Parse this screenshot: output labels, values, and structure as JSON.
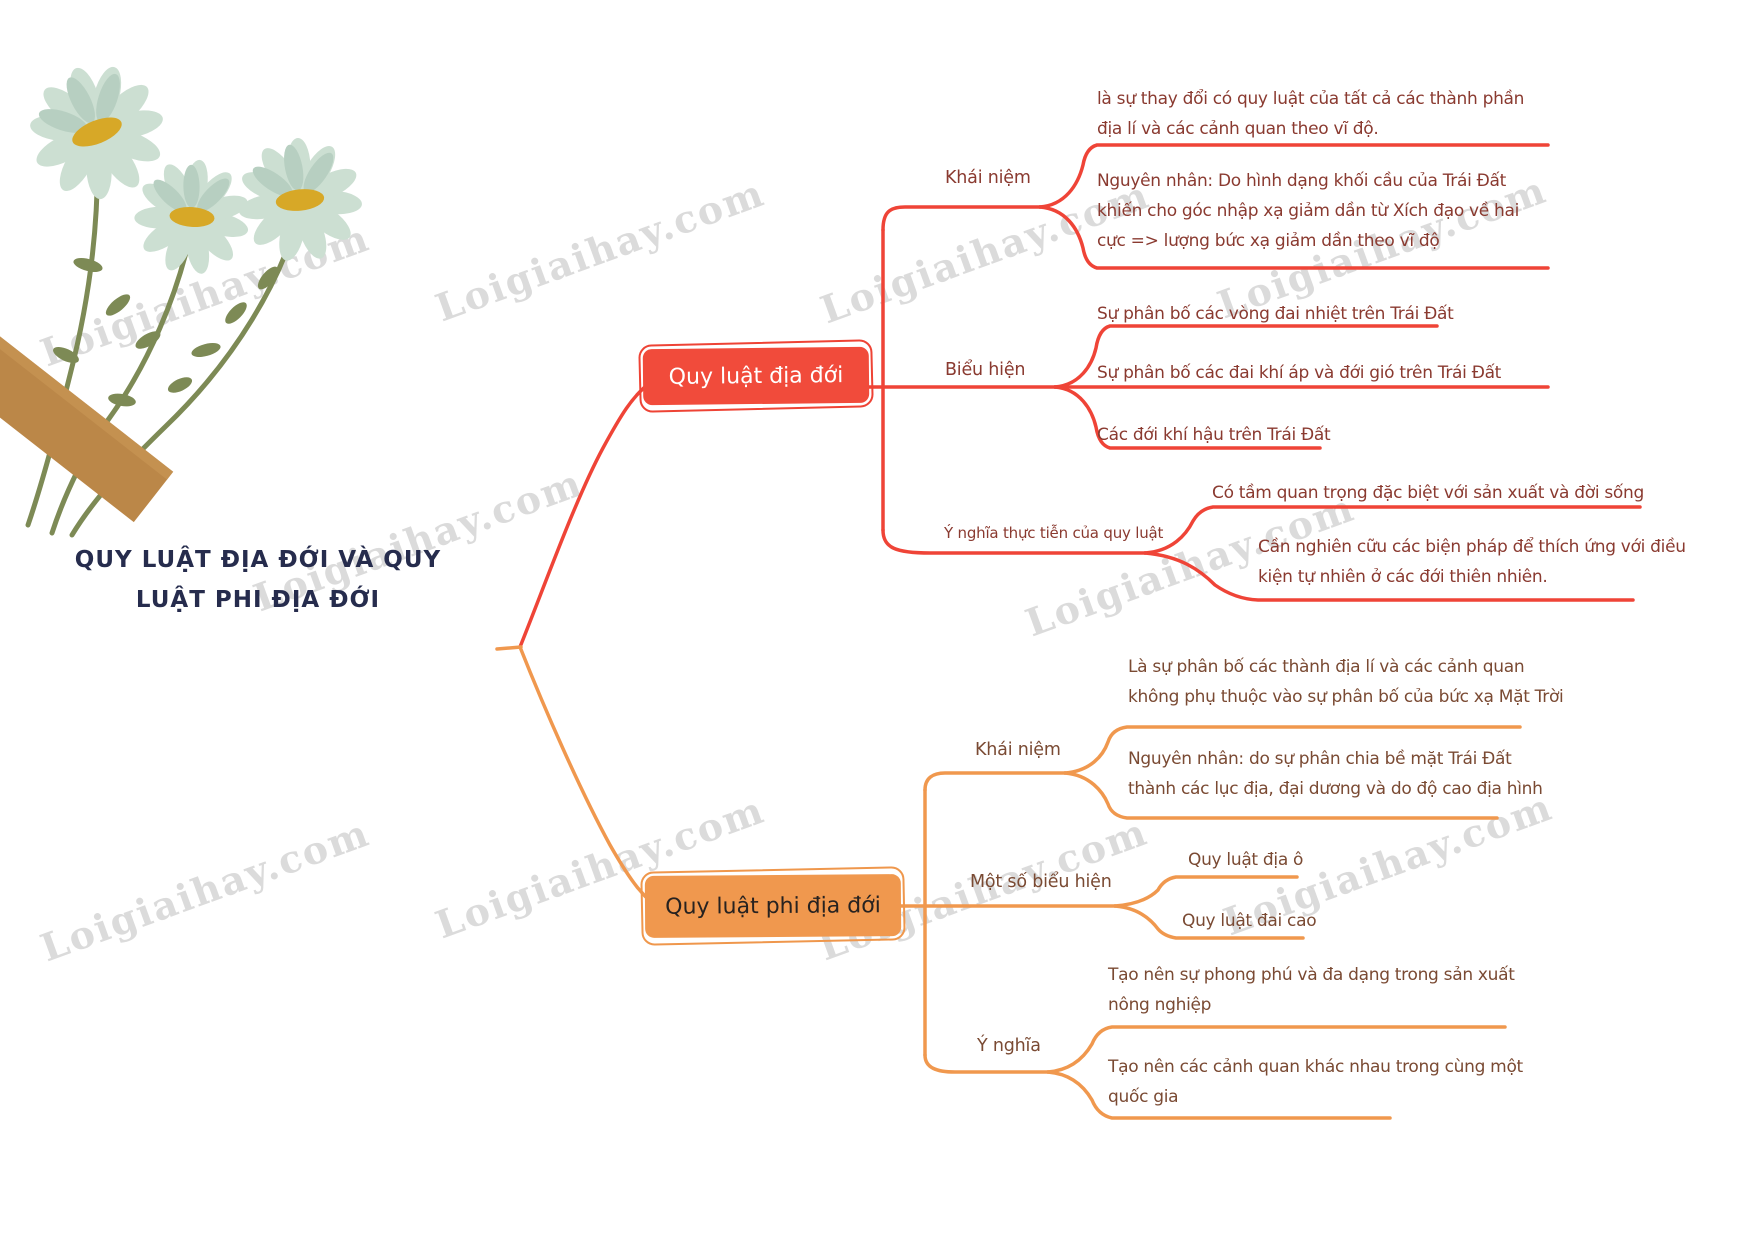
{
  "title": {
    "line1": "QUY LUẬT ĐỊA ĐỚI VÀ QUY",
    "line2": "LUẬT PHI ĐỊA ĐỚI"
  },
  "watermark": "Loigiaihay.com",
  "colors": {
    "red_branch": "#ef4437",
    "red_node_fill": "#f14b3b",
    "orange_branch": "#f0984e",
    "maroon_text": "#8a3a30",
    "brown_text": "#7a4a33",
    "title_navy": "#262c4d",
    "watermark_gray": "#969696",
    "flower_petal": "#ccdfd2",
    "flower_center": "#d7a827",
    "stem_green": "#7d8a55",
    "tape_brown": "#bb8748"
  },
  "red_branch": {
    "node_label": "Quy luật địa đới",
    "sections": [
      {
        "label": "Khái niệm",
        "leaves": [
          {
            "lines": [
              "là sự thay đổi có quy luật của tất cả các thành phần",
              "địa lí và các cảnh quan theo vĩ độ."
            ]
          },
          {
            "lines": [
              "Nguyên nhân: Do hình dạng khối cầu của Trái Đất",
              "khiến cho góc nhập xạ giảm dần từ Xích đạo về hai",
              "cực => lượng bức xạ giảm dần theo vĩ độ"
            ]
          }
        ]
      },
      {
        "label": "Biểu hiện",
        "leaves": [
          {
            "lines": [
              "Sự phân bố các vòng đai nhiệt trên Trái Đất"
            ]
          },
          {
            "lines": [
              "Sự phân bố các đai khí áp và đới gió trên Trái Đất"
            ]
          },
          {
            "lines": [
              "Các đới khí hậu trên Trái Đất"
            ]
          }
        ]
      },
      {
        "label": "Ý nghĩa thực tiễn của quy luật",
        "leaves": [
          {
            "lines": [
              "Có tầm quan trọng đặc biệt với sản xuất và đời sống"
            ]
          },
          {
            "lines": [
              "Cần nghiên cữu các biện pháp để thích ứng với điều",
              "kiện tự nhiên ở các đới thiên nhiên."
            ]
          }
        ]
      }
    ]
  },
  "orange_branch": {
    "node_label": "Quy luật phi địa đới",
    "sections": [
      {
        "label": "Khái niệm",
        "leaves": [
          {
            "lines": [
              "Là sự phân bố các thành địa lí và các cảnh quan",
              "không phụ thuộc vào sự phân bố của bức xạ Mặt Trời"
            ]
          },
          {
            "lines": [
              "Nguyên nhân: do sự phân chia bề mặt Trái Đất",
              "thành các lục địa, đại dương và do độ cao địa hình"
            ]
          }
        ]
      },
      {
        "label": "Một số biểu hiện",
        "leaves": [
          {
            "lines": [
              "Quy luật địa ô"
            ]
          },
          {
            "lines": [
              "Quy luật đai cao"
            ]
          }
        ]
      },
      {
        "label": "Ý nghĩa",
        "leaves": [
          {
            "lines": [
              "Tạo nên sự phong phú và đa dạng trong sản xuất",
              "nông nghiệp"
            ]
          },
          {
            "lines": [
              "Tạo nên các cảnh quan khác nhau trong cùng một",
              "quốc gia"
            ]
          }
        ]
      }
    ]
  }
}
